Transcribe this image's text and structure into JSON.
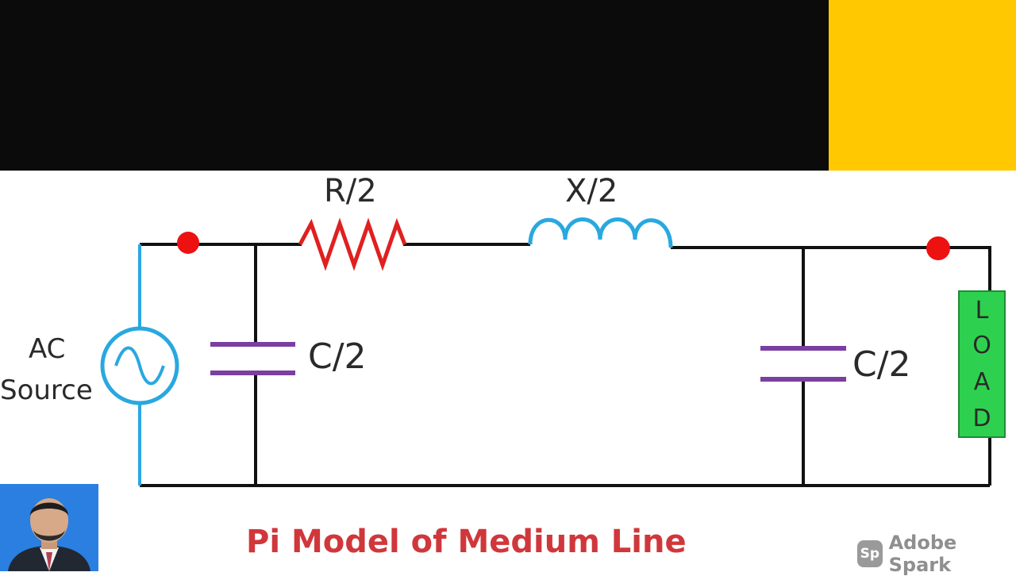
{
  "colors": {
    "top_bar": "#0b0b0b",
    "accent": "#ffc800",
    "wire": "#111111",
    "source_wire": "#29a8e0",
    "resistor": "#e02020",
    "inductor": "#29a8e0",
    "capacitor": "#7a3fa0",
    "node": "#ee1111",
    "load": "#2ed14f",
    "title": "#d0373b"
  },
  "diagram": {
    "resistor_label": "R/2",
    "inductor_label": "X/2",
    "capacitor_left_label": "C/2",
    "capacitor_right_label": "C/2",
    "source_label_line1": "AC",
    "source_label_line2": "Source",
    "load_letters": [
      "L",
      "O",
      "A",
      "D"
    ],
    "title": "Pi Model of Medium Line"
  },
  "icons": {
    "source": "ac-source-icon",
    "avatar": "presenter-avatar",
    "watermark": "adobe-spark-logo"
  },
  "watermark": {
    "badge": "Sp",
    "text": "Adobe Spark"
  }
}
